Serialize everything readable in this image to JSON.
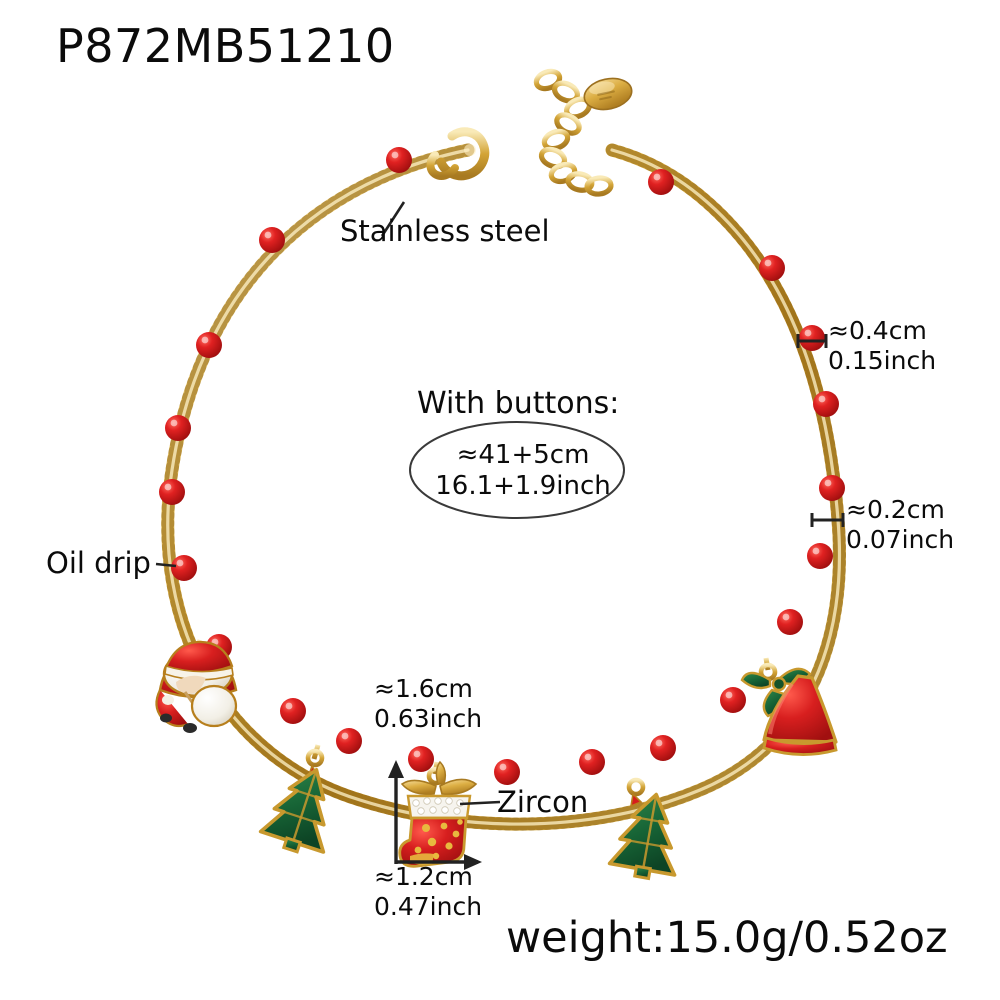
{
  "product": {
    "sku": "P872MB51210",
    "weight": "weight:15.0g/0.52oz"
  },
  "callouts": {
    "material_chain": "Stainless steel",
    "material_bead": "Oil drip",
    "material_stone": "Zircon"
  },
  "length": {
    "heading": "With buttons:",
    "value": "≈41+5cm\n16.1+1.9inch"
  },
  "dimensions": {
    "bead_diameter": "≈0.4cm\n0.15inch",
    "chain_width": "≈0.2cm\n0.07inch",
    "charm_height": "≈1.6cm\n0.63inch",
    "charm_width": "≈1.2cm\n0.47inch"
  },
  "colors": {
    "gold_light": "#f3d98a",
    "gold": "#d9a93a",
    "gold_dark": "#a9762010",
    "bead_red": "#cf1717",
    "enamel_red": "#d61d1d",
    "enamel_green": "#1f6b3a",
    "white": "#ffffff",
    "ink": "#0b0b0b"
  }
}
